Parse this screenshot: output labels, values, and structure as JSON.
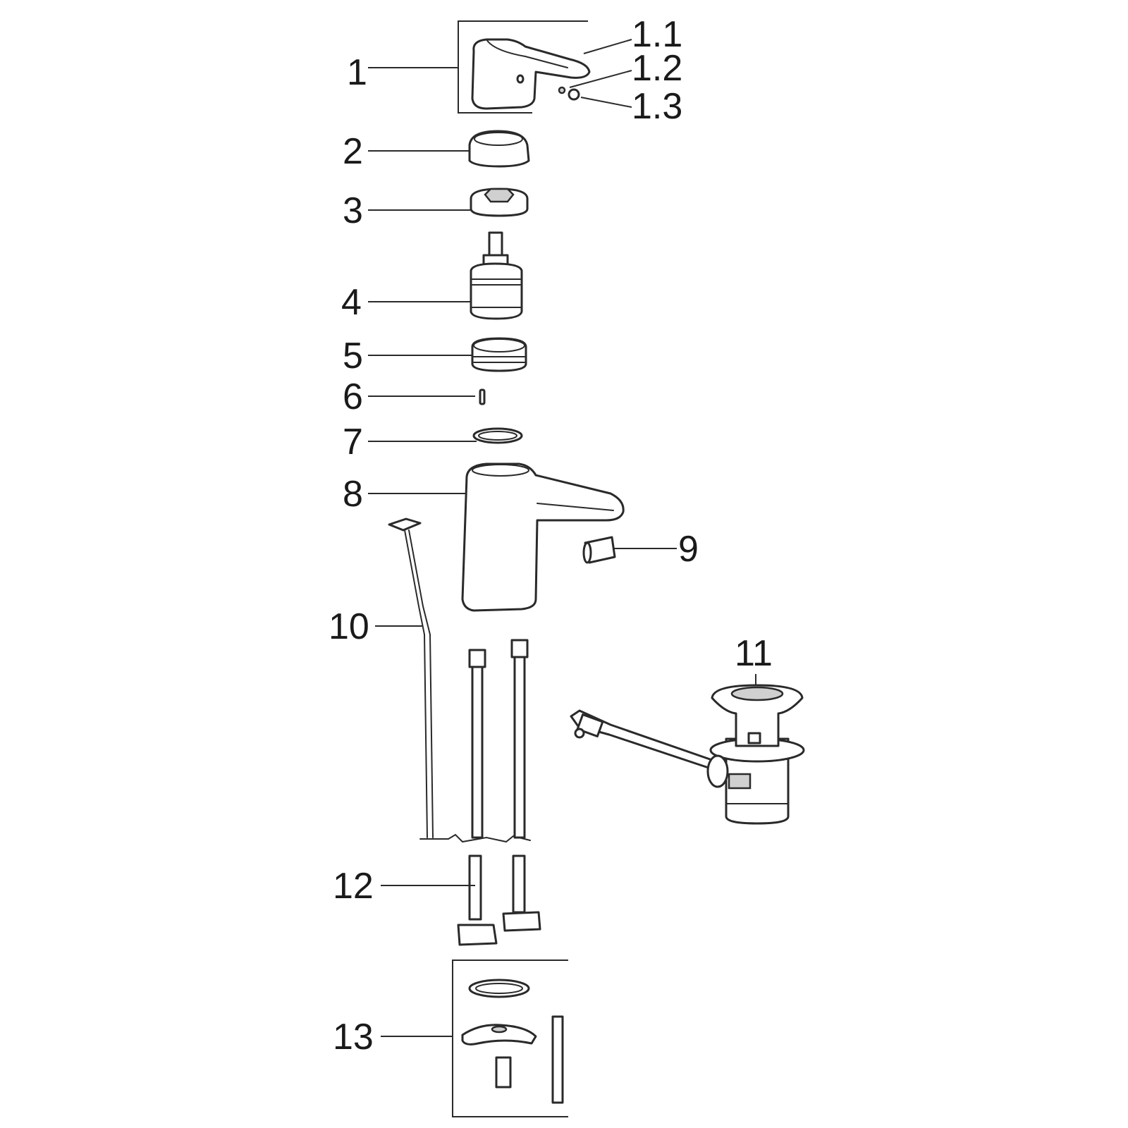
{
  "labels": {
    "p1": "1",
    "p1_1": "1.1",
    "p1_2": "1.2",
    "p1_3": "1.3",
    "p2": "2",
    "p3": "3",
    "p4": "4",
    "p5": "5",
    "p6": "6",
    "p7": "7",
    "p8": "8",
    "p9": "9",
    "p10": "10",
    "p11": "11",
    "p12": "12",
    "p13": "13"
  }
}
